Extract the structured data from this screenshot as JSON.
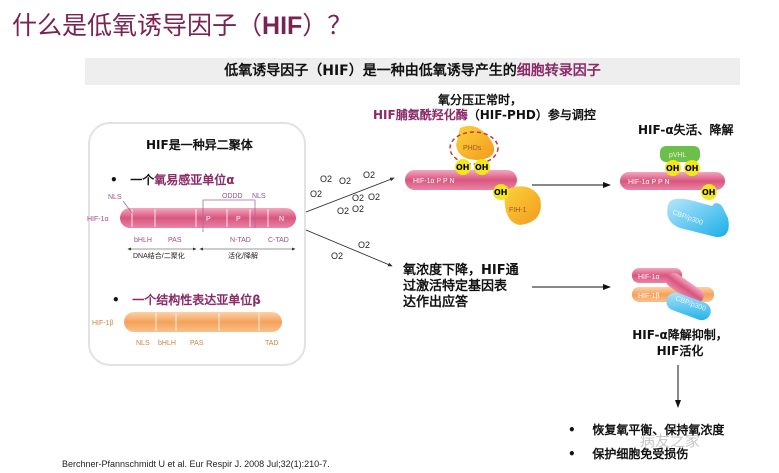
{
  "title": {
    "prefix": "什么是低氧诱导因子（",
    "hif": "HIF",
    "suffix": "）？"
  },
  "banner": {
    "main": "低氧诱导因子（HIF）是一种由低氧诱导产生的",
    "highlight": "细胞转录因子"
  },
  "left_panel": {
    "heading": "HIF是一种异二聚体",
    "alpha": {
      "bullet_prefix": "一个",
      "bullet_highlight": "氧易感亚单位α",
      "protein": "HIF-1α",
      "top_labels": [
        "NLS",
        "ODDD",
        "NLS"
      ],
      "domain_marks": [
        "P",
        "P",
        "N"
      ],
      "bottom_labels": [
        "bHLH",
        "PAS",
        "N-TAD",
        "C-TAD"
      ],
      "region_labels": [
        "DNA结合/二聚化",
        "活化/降解"
      ]
    },
    "beta": {
      "bullet_highlight": "一个结构性表达亚单位β",
      "protein": "HIF-1β",
      "bottom_labels": [
        "NLS",
        "bHLH",
        "PAS",
        "TAD"
      ]
    }
  },
  "oxygen_label": "O2",
  "normoxia": {
    "heading_line1": "氧分压正常时，",
    "heading_highlight": "HIF脯氨酰羟化酶",
    "heading_rest": "（HIF-PHD）参与调控",
    "enzyme1": "PHDs",
    "enzyme2": "FIH-1",
    "hydroxyl": "OH",
    "bar_text": "HIF-1α  P    P    N",
    "result_title": "HIF-α失活、降解",
    "pvhl": "pVHL",
    "cbp": "CBP/p300"
  },
  "hypoxia": {
    "text_lines": [
      "氧浓度下降，HIF通",
      "过激活特定基因表",
      "达作出应答"
    ],
    "complex_alpha": "HIF-1α",
    "complex_beta": "HIF-1β",
    "complex_cbp": "CBP/p300",
    "result_lines": [
      "HIF-α降解抑制，",
      "HIF活化"
    ],
    "outcomes": [
      "恢复氧平衡、保持氧浓度",
      "保护细胞免受损伤"
    ]
  },
  "watermark": "病友之家",
  "citation": "Berchner-Pfannschmidt U et al. Eur Respir J. 2008 Jul;32(1):210-7.",
  "colors": {
    "title": "#7a2352",
    "highlight": "#8b2a67",
    "alpha_bar": "#d9557e",
    "beta_bar": "#f5a25a",
    "pvhl": "#6cbf4a",
    "cbp": "#3ab6e8",
    "oh": "#f5e61a",
    "enzyme": "#f5a623"
  }
}
